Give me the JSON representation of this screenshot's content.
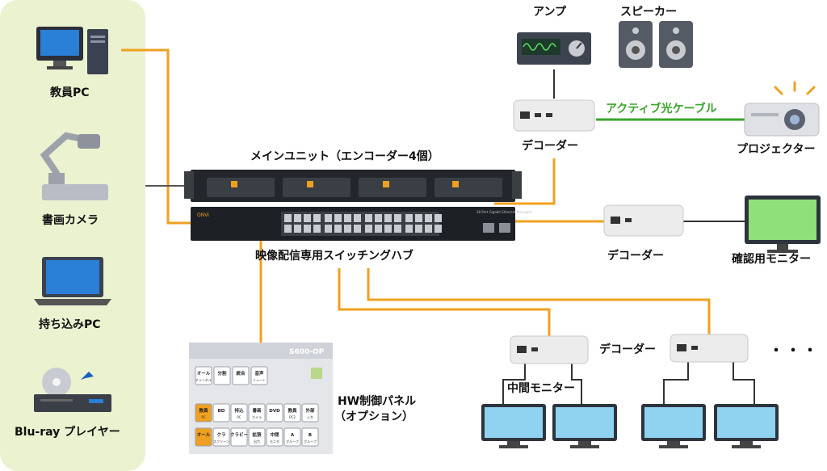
{
  "sources": {
    "teacher_pc": "教員PC",
    "document_camera": "書画カメラ",
    "laptop_pc": "持ち込みPC",
    "bluray": "Blu-ray プレイヤー"
  },
  "main_unit": {
    "label": "メインユニット（エンコーダー4個）",
    "switch_label": "映像配信専用スイッチングハブ",
    "switch_brand": "ONVi",
    "switch_desc": "28 Port Gigabit Ethernet Managed"
  },
  "outputs": {
    "amp": "アンプ",
    "speaker": "スピーカー",
    "decoder_top": "デコーダー",
    "active_cable": "アクティブ光ケーブル",
    "projector": "プロジェクター",
    "decoder_mid": "デコーダー",
    "monitor_check": "確認用モニター",
    "decoder_bottom": "デコーダー",
    "middle_monitor": "中間モニター",
    "more": "・・・"
  },
  "panel": {
    "model": "S600-OP",
    "caption_line1": "HW制御パネル",
    "caption_line2": "（オプション）",
    "row1": [
      "オール",
      "分割",
      "統合",
      "音声"
    ],
    "row1_sub": [
      "チャンネル",
      "",
      "",
      "ミュート"
    ],
    "row2": [
      "教員",
      "BD",
      "持込",
      "書画",
      "DVD",
      "教員",
      "外部"
    ],
    "row2_sub": [
      "PC",
      "",
      "PC",
      "カメラ",
      "",
      "PC2",
      "入力"
    ],
    "row3": [
      "オール",
      "クラ",
      "クラビー",
      "拡張",
      "中間",
      "A",
      "B"
    ],
    "row3_sub": [
      "",
      "スクリーン",
      "",
      "出力",
      "モニタ",
      "グループ",
      "グループ"
    ]
  },
  "colors": {
    "cable": "#f0a020",
    "optical": "#3aa52c",
    "left_panel": "#eaf2d0",
    "monitor_screen": "#8fd3f0"
  }
}
